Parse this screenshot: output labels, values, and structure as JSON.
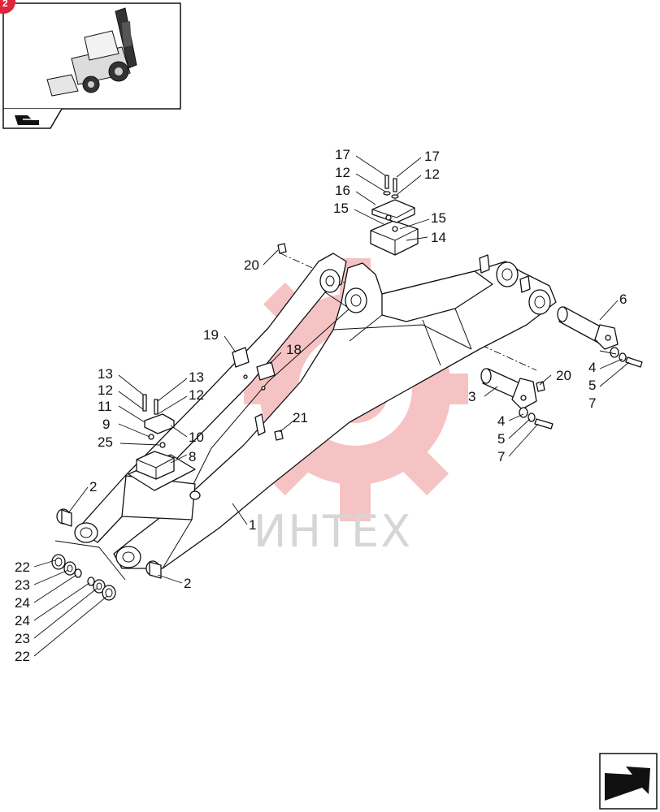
{
  "watermark": {
    "text": "ИНТЕХ",
    "gear_color": "#f3b5b5"
  },
  "page_badge": {
    "text": "2",
    "color": "#e0243a"
  },
  "icons": {
    "thumbnail": "backhoe-loader-thumbnail",
    "section": "section-arrow-icon",
    "next_page": "next-page-arrow-icon"
  },
  "callouts": [
    {
      "id": "c17a",
      "label": "17"
    },
    {
      "id": "c17b",
      "label": "17"
    },
    {
      "id": "c12a",
      "label": "12"
    },
    {
      "id": "c12b",
      "label": "12"
    },
    {
      "id": "c16",
      "label": "16"
    },
    {
      "id": "c15a",
      "label": "15"
    },
    {
      "id": "c15b",
      "label": "15"
    },
    {
      "id": "c14",
      "label": "14"
    },
    {
      "id": "c20a",
      "label": "20"
    },
    {
      "id": "c6",
      "label": "6"
    },
    {
      "id": "c19",
      "label": "19"
    },
    {
      "id": "c18",
      "label": "18"
    },
    {
      "id": "c13a",
      "label": "13"
    },
    {
      "id": "c13b",
      "label": "13"
    },
    {
      "id": "c12c",
      "label": "12"
    },
    {
      "id": "c12d",
      "label": "12"
    },
    {
      "id": "c11",
      "label": "11"
    },
    {
      "id": "c10",
      "label": "10"
    },
    {
      "id": "c9",
      "label": "9"
    },
    {
      "id": "c25",
      "label": "25"
    },
    {
      "id": "c8",
      "label": "8"
    },
    {
      "id": "c21",
      "label": "21"
    },
    {
      "id": "c4a",
      "label": "4"
    },
    {
      "id": "c5a",
      "label": "5"
    },
    {
      "id": "c7a",
      "label": "7"
    },
    {
      "id": "c20b",
      "label": "20"
    },
    {
      "id": "c3",
      "label": "3"
    },
    {
      "id": "c4b",
      "label": "4"
    },
    {
      "id": "c5b",
      "label": "5"
    },
    {
      "id": "c7b",
      "label": "7"
    },
    {
      "id": "c2a",
      "label": "2"
    },
    {
      "id": "c1",
      "label": "1"
    },
    {
      "id": "c2b",
      "label": "2"
    },
    {
      "id": "c22a",
      "label": "22"
    },
    {
      "id": "c23a",
      "label": "23"
    },
    {
      "id": "c24a",
      "label": "24"
    },
    {
      "id": "c24b",
      "label": "24"
    },
    {
      "id": "c23b",
      "label": "23"
    },
    {
      "id": "c22b",
      "label": "22"
    }
  ]
}
